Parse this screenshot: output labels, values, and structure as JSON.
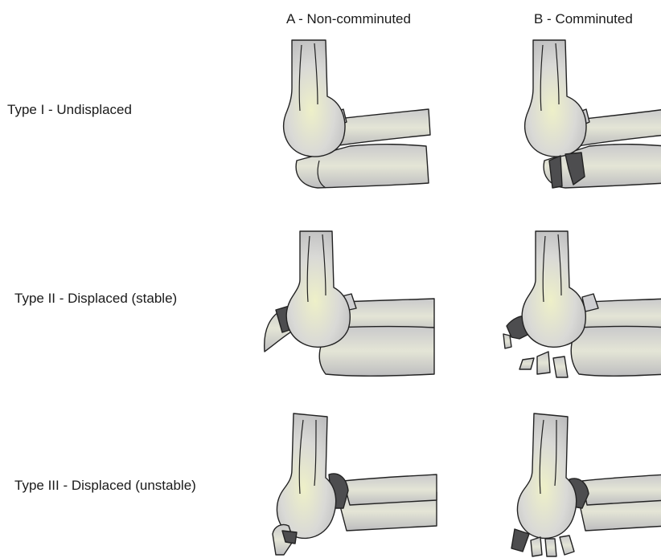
{
  "columns": [
    {
      "label": "A - Non-comminuted"
    },
    {
      "label": "B - Comminuted"
    }
  ],
  "rows": [
    {
      "label": "Type I - Undisplaced"
    },
    {
      "label": "Type II - Displaced (stable)"
    },
    {
      "label": "Type III - Displaced (unstable)"
    }
  ]
}
